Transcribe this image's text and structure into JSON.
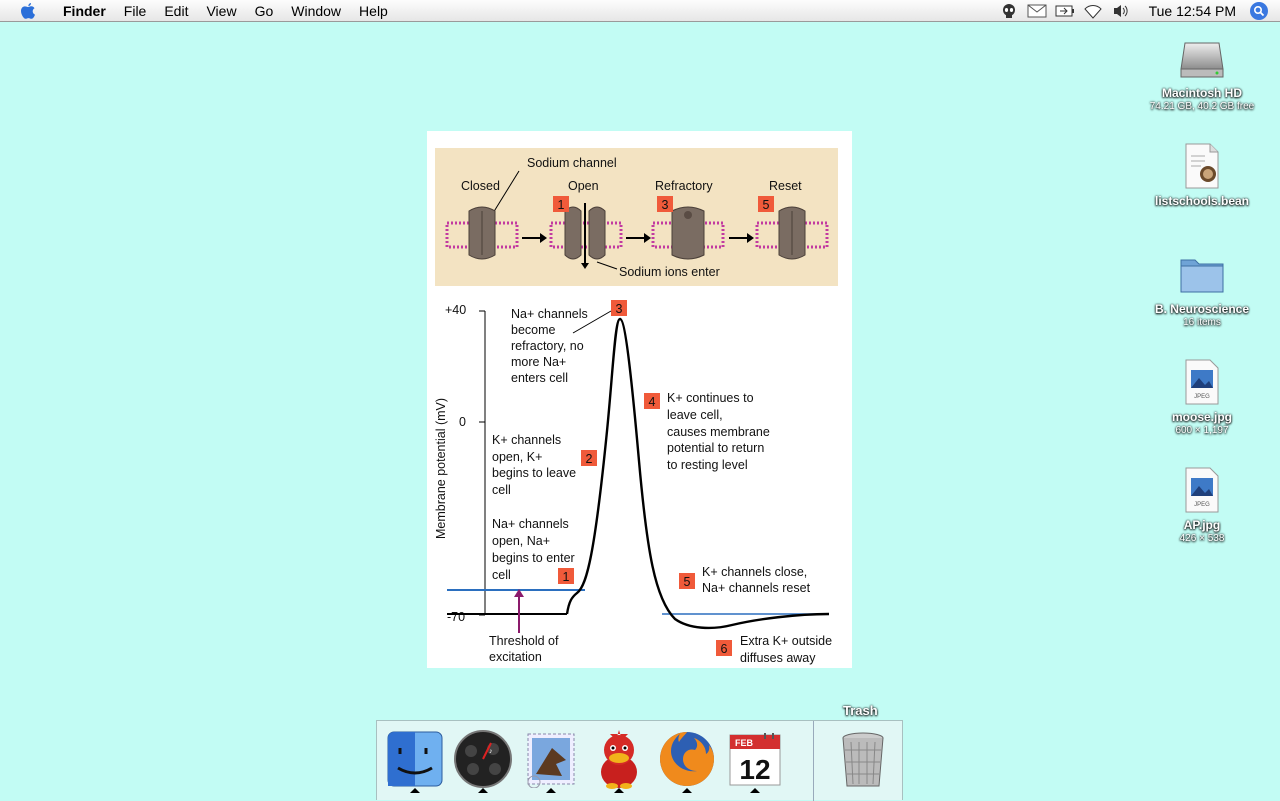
{
  "menubar": {
    "apple_icon": "apple-logo-icon",
    "items": [
      "Finder",
      "File",
      "Edit",
      "View",
      "Go",
      "Window",
      "Help"
    ],
    "clock": "Tue 12:54 PM",
    "status_icons": [
      "alien-icon",
      "mail-icon",
      "battery-icon",
      "wifi-icon",
      "volume-icon",
      "spotlight-icon"
    ]
  },
  "desktop": {
    "icons": [
      {
        "name": "Macintosh HD",
        "info": "74.21 GB, 40.2 GB free",
        "icon": "hard-drive-icon"
      },
      {
        "name": "listschools.bean",
        "info": "",
        "icon": "document-icon"
      },
      {
        "name": "B. Neuroscience",
        "info": "16 items",
        "icon": "folder-icon"
      },
      {
        "name": "moose.jpg",
        "info": "600 × 1,197",
        "icon": "jpeg-file-icon"
      },
      {
        "name": "AP.jpg",
        "info": "426 × 538",
        "icon": "jpeg-file-icon"
      }
    ]
  },
  "figure": {
    "channel": {
      "title": "Sodium channel",
      "states": [
        "Closed",
        "Open",
        "Refractory",
        "Reset"
      ],
      "badges": [
        "1",
        "3",
        "5"
      ],
      "ions_label": "Sodium ions enter"
    },
    "axis": {
      "ylabel": "Membrane potential (mV)",
      "ticks": [
        "+40",
        "0",
        "-70"
      ]
    },
    "steps": [
      {
        "num": "1",
        "lines": [
          "Na+ channels",
          "open, Na+",
          "begins to enter",
          "cell"
        ]
      },
      {
        "num": "2",
        "lines": [
          "K+ channels",
          "open, K+",
          "begins to leave",
          "cell"
        ]
      },
      {
        "num": "3",
        "lines": [
          "Na+ channels",
          "become",
          "refractory, no",
          "more Na+",
          "enters cell"
        ]
      },
      {
        "num": "4",
        "lines": [
          "K+ continues to",
          "leave cell,",
          "causes membrane",
          "potential to return",
          "to resting level"
        ]
      },
      {
        "num": "5",
        "lines": [
          "K+ channels close,",
          "Na+ channels reset"
        ]
      },
      {
        "num": "6",
        "lines": [
          "Extra K+ outside",
          "diffuses away"
        ]
      }
    ],
    "threshold": [
      "Threshold of",
      "excitation"
    ]
  },
  "dock": {
    "apps": [
      {
        "name": "Finder",
        "icon": "finder-icon"
      },
      {
        "name": "Dashboard",
        "icon": "dashboard-icon"
      },
      {
        "name": "Mail",
        "icon": "mail-stamp-icon"
      },
      {
        "name": "Adium",
        "icon": "adium-duck-icon"
      },
      {
        "name": "Firefox",
        "icon": "firefox-icon"
      },
      {
        "name": "iCal",
        "icon": "calendar-icon",
        "month": "FEB",
        "day": "12"
      }
    ],
    "trash_label": "Trash"
  },
  "colors": {
    "desktop": "#c2fcf4",
    "badge": "#f05a3a",
    "threshold_line": "#2b6fbf",
    "arrow": "#8b1a6b"
  }
}
